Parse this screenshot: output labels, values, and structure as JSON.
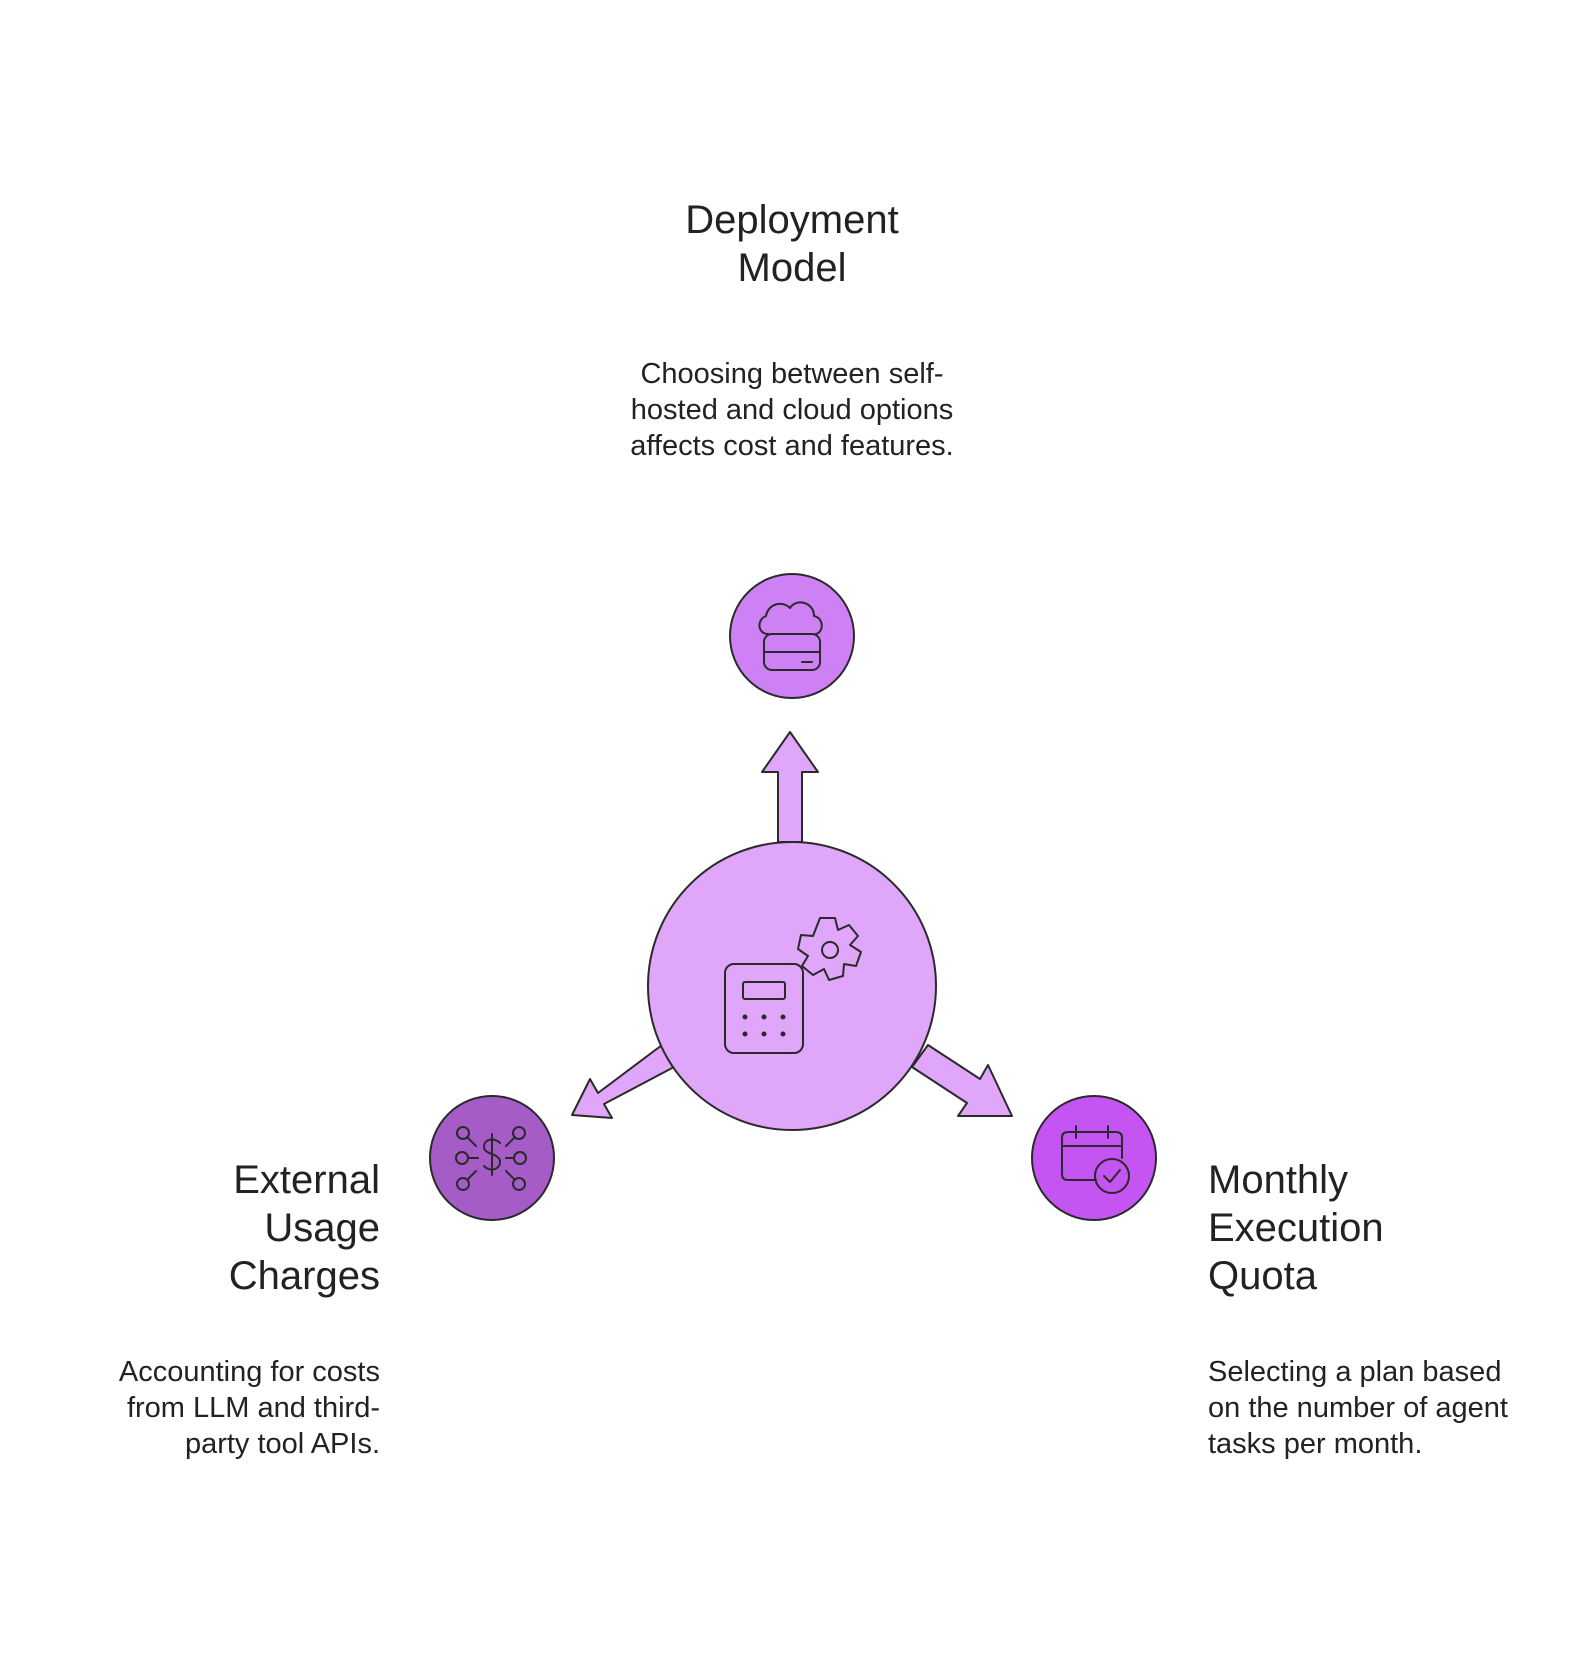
{
  "nodes": {
    "deployment": {
      "title": "Deployment\nModel",
      "description": "Choosing between self-\nhosted and cloud options\naffects cost and features.",
      "icon": "cloud-server-icon"
    },
    "external": {
      "title": "External\nUsage\nCharges",
      "description": "Accounting for costs\nfrom LLM and third-\nparty tool APIs.",
      "icon": "dollar-network-icon"
    },
    "monthly": {
      "title": "Monthly\nExecution\nQuota",
      "description": "Selecting a plan based\non the number of agent\ntasks per month.",
      "icon": "calendar-check-icon"
    }
  },
  "center": {
    "icon": "calculator-gear-icon"
  },
  "colors": {
    "center_fill": "#dfa6fa",
    "arrow_fill": "#dfa6fa",
    "deployment_fill": "#ce80f5",
    "external_fill": "#a55cc6",
    "monthly_fill": "#c455f2",
    "stroke": "#2a2a2a"
  }
}
